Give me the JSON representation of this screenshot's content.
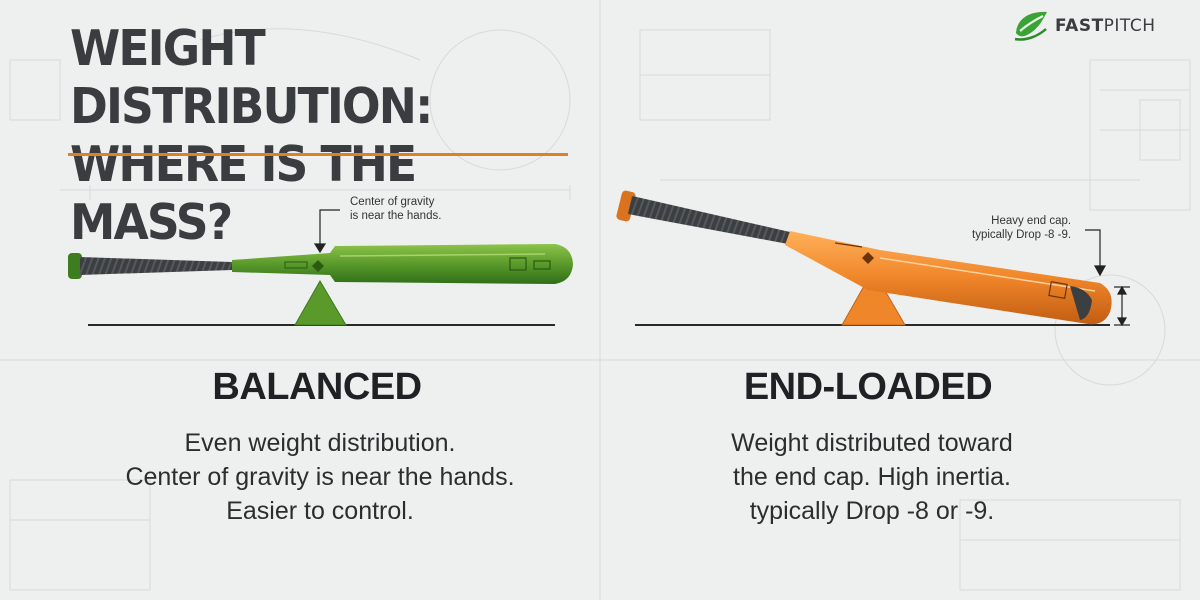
{
  "title": {
    "line1": "WEIGHT DISTRIBUTION:",
    "line2": "WHERE IS THE MASS?"
  },
  "logo": {
    "text_bold": "FAST",
    "text_light": "PITCH",
    "icon": "leaf-swoosh-icon",
    "color": "#3aa335"
  },
  "colors": {
    "accent": "#e07f2a",
    "balanced_bat": "#5a9a2a",
    "endloaded_bat": "#f0862a"
  },
  "balanced": {
    "heading": "BALANCED",
    "callout": [
      "Center of gravity",
      "is near the hands."
    ],
    "description": [
      "Even weight distribution.",
      "Center of gravity is near the hands.",
      "Easier to control."
    ]
  },
  "end_loaded": {
    "heading": "END-LOADED",
    "callout": [
      "Heavy end cap.",
      "typically Drop -8 -9."
    ],
    "description": [
      "Weight distributed toward",
      "the end cap. High inertia.",
      "typically Drop -8 or -9."
    ]
  }
}
